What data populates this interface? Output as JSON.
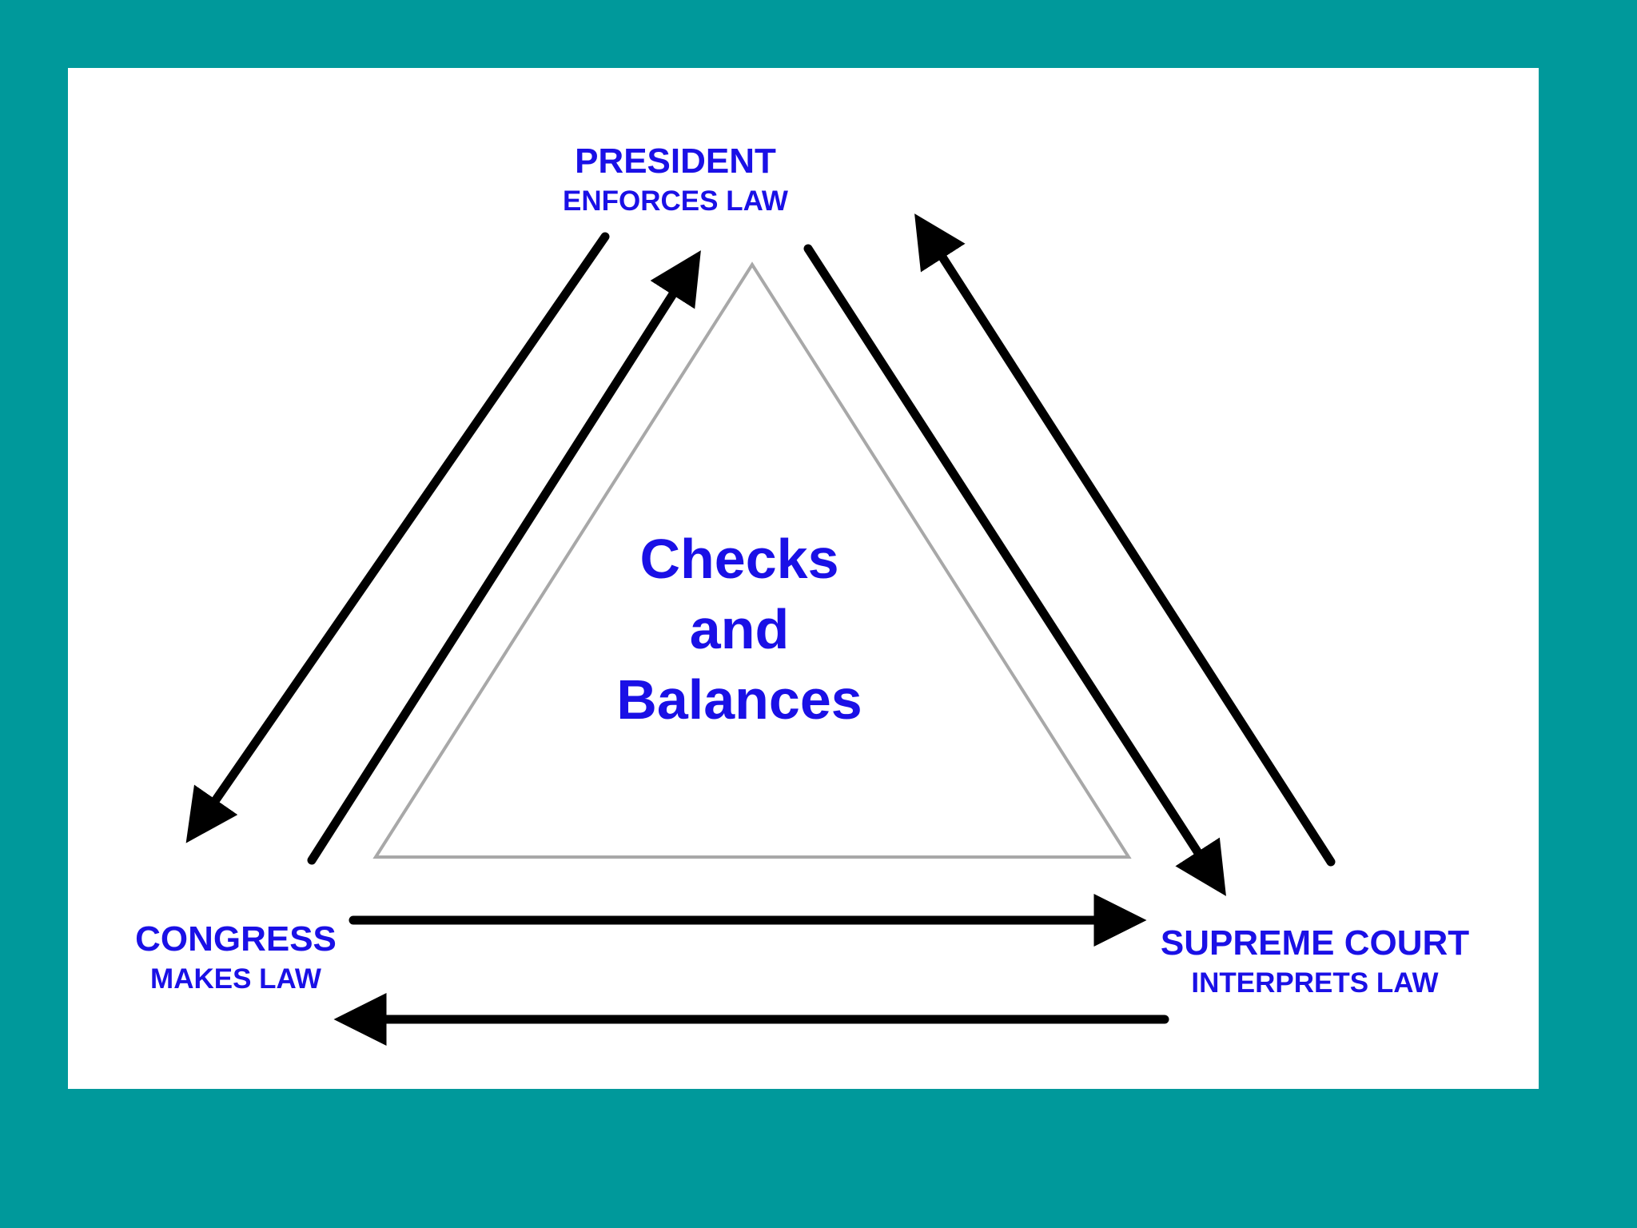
{
  "president": {
    "title": "PRESIDENT",
    "role": "ENFORCES LAW"
  },
  "congress": {
    "title": "CONGRESS",
    "role": "MAKES LAW"
  },
  "supreme_court": {
    "title": "SUPREME COURT",
    "role": "INTERPRETS LAW"
  },
  "center": {
    "line1": "Checks",
    "line2": "and",
    "line3": "Balances"
  },
  "colors": {
    "background": "#00999b",
    "card": "#ffffff",
    "text": "#1a10e6",
    "arrow": "#000000",
    "triangle": "#a8a8a8"
  }
}
